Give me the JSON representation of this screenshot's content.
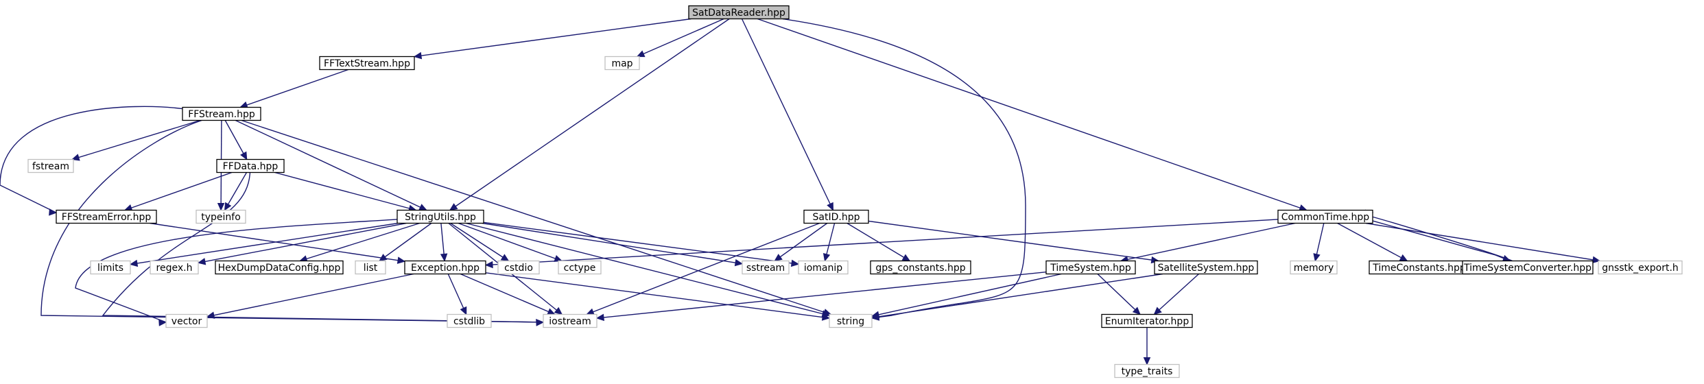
{
  "colors": {
    "edge": "#191970",
    "node_border": "#000000",
    "system_border": "#bfbfbf",
    "root_fill": "#bfbfbf",
    "node_fill": "#ffffff",
    "text": "#000000",
    "system_text": "#000000"
  },
  "graph": {
    "nodes": [
      {
        "id": "satdatareader",
        "label": "SatDataReader.hpp",
        "kind": "root"
      },
      {
        "id": "fftextstream",
        "label": "FFTextStream.hpp",
        "kind": "local"
      },
      {
        "id": "map",
        "label": "map",
        "kind": "system"
      },
      {
        "id": "ffstream",
        "label": "FFStream.hpp",
        "kind": "local"
      },
      {
        "id": "fstream",
        "label": "fstream",
        "kind": "system"
      },
      {
        "id": "ffdata",
        "label": "FFData.hpp",
        "kind": "local"
      },
      {
        "id": "ffstreamerror",
        "label": "FFStreamError.hpp",
        "kind": "local"
      },
      {
        "id": "typeinfo",
        "label": "typeinfo",
        "kind": "system"
      },
      {
        "id": "stringutils",
        "label": "StringUtils.hpp",
        "kind": "local"
      },
      {
        "id": "satid",
        "label": "SatID.hpp",
        "kind": "local"
      },
      {
        "id": "commontime",
        "label": "CommonTime.hpp",
        "kind": "local"
      },
      {
        "id": "limits",
        "label": "limits",
        "kind": "system"
      },
      {
        "id": "regex",
        "label": "regex.h",
        "kind": "system"
      },
      {
        "id": "hexdump",
        "label": "HexDumpDataConfig.hpp",
        "kind": "local"
      },
      {
        "id": "list",
        "label": "list",
        "kind": "system"
      },
      {
        "id": "exception",
        "label": "Exception.hpp",
        "kind": "local"
      },
      {
        "id": "cstdio",
        "label": "cstdio",
        "kind": "system"
      },
      {
        "id": "cctype",
        "label": "cctype",
        "kind": "system"
      },
      {
        "id": "sstream",
        "label": "sstream",
        "kind": "system"
      },
      {
        "id": "iomanip",
        "label": "iomanip",
        "kind": "system"
      },
      {
        "id": "gpsconst",
        "label": "gps_constants.hpp",
        "kind": "local"
      },
      {
        "id": "timesystem",
        "label": "TimeSystem.hpp",
        "kind": "local"
      },
      {
        "id": "satsys",
        "label": "SatelliteSystem.hpp",
        "kind": "local"
      },
      {
        "id": "memory",
        "label": "memory",
        "kind": "system"
      },
      {
        "id": "timeconst",
        "label": "TimeConstants.hpp",
        "kind": "local"
      },
      {
        "id": "tsconv",
        "label": "TimeSystemConverter.hpp",
        "kind": "local"
      },
      {
        "id": "gnsstkexport",
        "label": "gnsstk_export.h",
        "kind": "system"
      },
      {
        "id": "vector",
        "label": "vector",
        "kind": "system"
      },
      {
        "id": "cstdlib",
        "label": "cstdlib",
        "kind": "system"
      },
      {
        "id": "iostream",
        "label": "iostream",
        "kind": "system"
      },
      {
        "id": "string",
        "label": "string",
        "kind": "system"
      },
      {
        "id": "enumiter",
        "label": "EnumIterator.hpp",
        "kind": "local"
      },
      {
        "id": "typetraits",
        "label": "type_traits",
        "kind": "system"
      }
    ],
    "edges": [
      {
        "from": "satdatareader",
        "to": "fftextstream"
      },
      {
        "from": "satdatareader",
        "to": "map"
      },
      {
        "from": "satdatareader",
        "to": "stringutils"
      },
      {
        "from": "satdatareader",
        "to": "satid"
      },
      {
        "from": "satdatareader",
        "to": "string"
      },
      {
        "from": "satdatareader",
        "to": "commontime"
      },
      {
        "from": "fftextstream",
        "to": "ffstream"
      },
      {
        "from": "ffstream",
        "to": "fstream"
      },
      {
        "from": "ffstream",
        "to": "ffstreamerror"
      },
      {
        "from": "ffstream",
        "to": "ffdata"
      },
      {
        "from": "ffstream",
        "to": "typeinfo"
      },
      {
        "from": "ffstream",
        "to": "stringutils"
      },
      {
        "from": "ffstream",
        "to": "iostream"
      },
      {
        "from": "ffstream",
        "to": "string"
      },
      {
        "from": "ffdata",
        "to": "ffstreamerror"
      },
      {
        "from": "ffdata",
        "to": "typeinfo"
      },
      {
        "from": "ffdata",
        "to": "stringutils"
      },
      {
        "from": "ffdata",
        "to": "iostream"
      },
      {
        "from": "ffstreamerror",
        "to": "exception"
      },
      {
        "from": "stringutils",
        "to": "limits"
      },
      {
        "from": "stringutils",
        "to": "regex"
      },
      {
        "from": "stringutils",
        "to": "hexdump"
      },
      {
        "from": "stringutils",
        "to": "list"
      },
      {
        "from": "stringutils",
        "to": "exception"
      },
      {
        "from": "stringutils",
        "to": "cstdio"
      },
      {
        "from": "stringutils",
        "to": "cctype"
      },
      {
        "from": "stringutils",
        "to": "sstream"
      },
      {
        "from": "stringutils",
        "to": "iomanip"
      },
      {
        "from": "stringutils",
        "to": "vector"
      },
      {
        "from": "stringutils",
        "to": "iostream"
      },
      {
        "from": "stringutils",
        "to": "string"
      },
      {
        "from": "exception",
        "to": "vector"
      },
      {
        "from": "exception",
        "to": "cstdlib"
      },
      {
        "from": "exception",
        "to": "iostream"
      },
      {
        "from": "exception",
        "to": "string"
      },
      {
        "from": "satid",
        "to": "sstream"
      },
      {
        "from": "satid",
        "to": "iomanip"
      },
      {
        "from": "satid",
        "to": "gpsconst"
      },
      {
        "from": "satid",
        "to": "satsys"
      },
      {
        "from": "satid",
        "to": "iostream"
      },
      {
        "from": "commontime",
        "to": "exception"
      },
      {
        "from": "commontime",
        "to": "timesystem"
      },
      {
        "from": "commontime",
        "to": "memory"
      },
      {
        "from": "commontime",
        "to": "timeconst"
      },
      {
        "from": "commontime",
        "to": "tsconv"
      },
      {
        "from": "commontime",
        "to": "gnsstkexport"
      },
      {
        "from": "tsconv",
        "to": "commontime"
      },
      {
        "from": "timesystem",
        "to": "iostream"
      },
      {
        "from": "timesystem",
        "to": "string"
      },
      {
        "from": "timesystem",
        "to": "enumiter"
      },
      {
        "from": "satsys",
        "to": "enumiter"
      },
      {
        "from": "satsys",
        "to": "string"
      },
      {
        "from": "enumiter",
        "to": "typetraits"
      }
    ]
  }
}
